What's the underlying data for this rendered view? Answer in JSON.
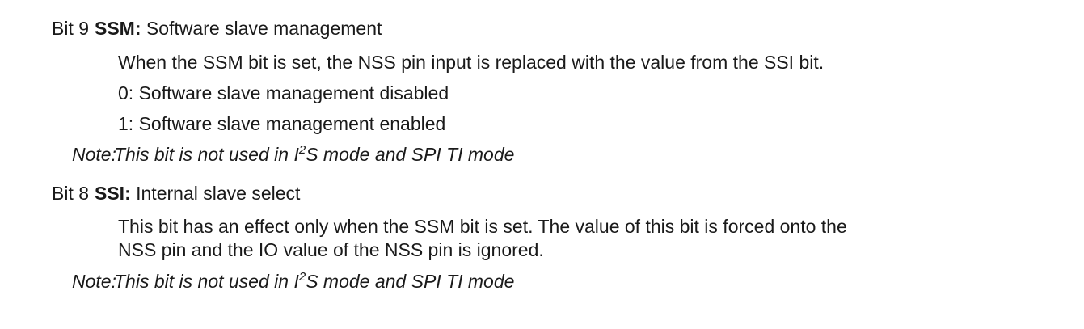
{
  "sections": [
    {
      "bit": "Bit 9",
      "name": "SSM:",
      "title": "Software slave management",
      "description_lines": [
        "When the SSM bit is set, the NSS pin input is replaced with the value from the SSI bit."
      ],
      "values": [
        "0: Software slave management disabled",
        "1: Software slave management enabled"
      ],
      "note": {
        "label": "Note:",
        "before": "This bit is not used in I",
        "sup": "2",
        "after": "S mode and SPI TI mode"
      }
    },
    {
      "bit": "Bit 8",
      "name": "SSI:",
      "title": "Internal slave select",
      "description_lines": [
        "This bit has an effect only when the SSM bit is set. The value of this bit is forced onto the",
        "NSS pin and the IO value of the NSS pin is ignored."
      ],
      "note": {
        "label": "Note:",
        "before": "This bit is not used in I",
        "sup": "2",
        "after": "S mode and SPI TI mode"
      }
    }
  ]
}
